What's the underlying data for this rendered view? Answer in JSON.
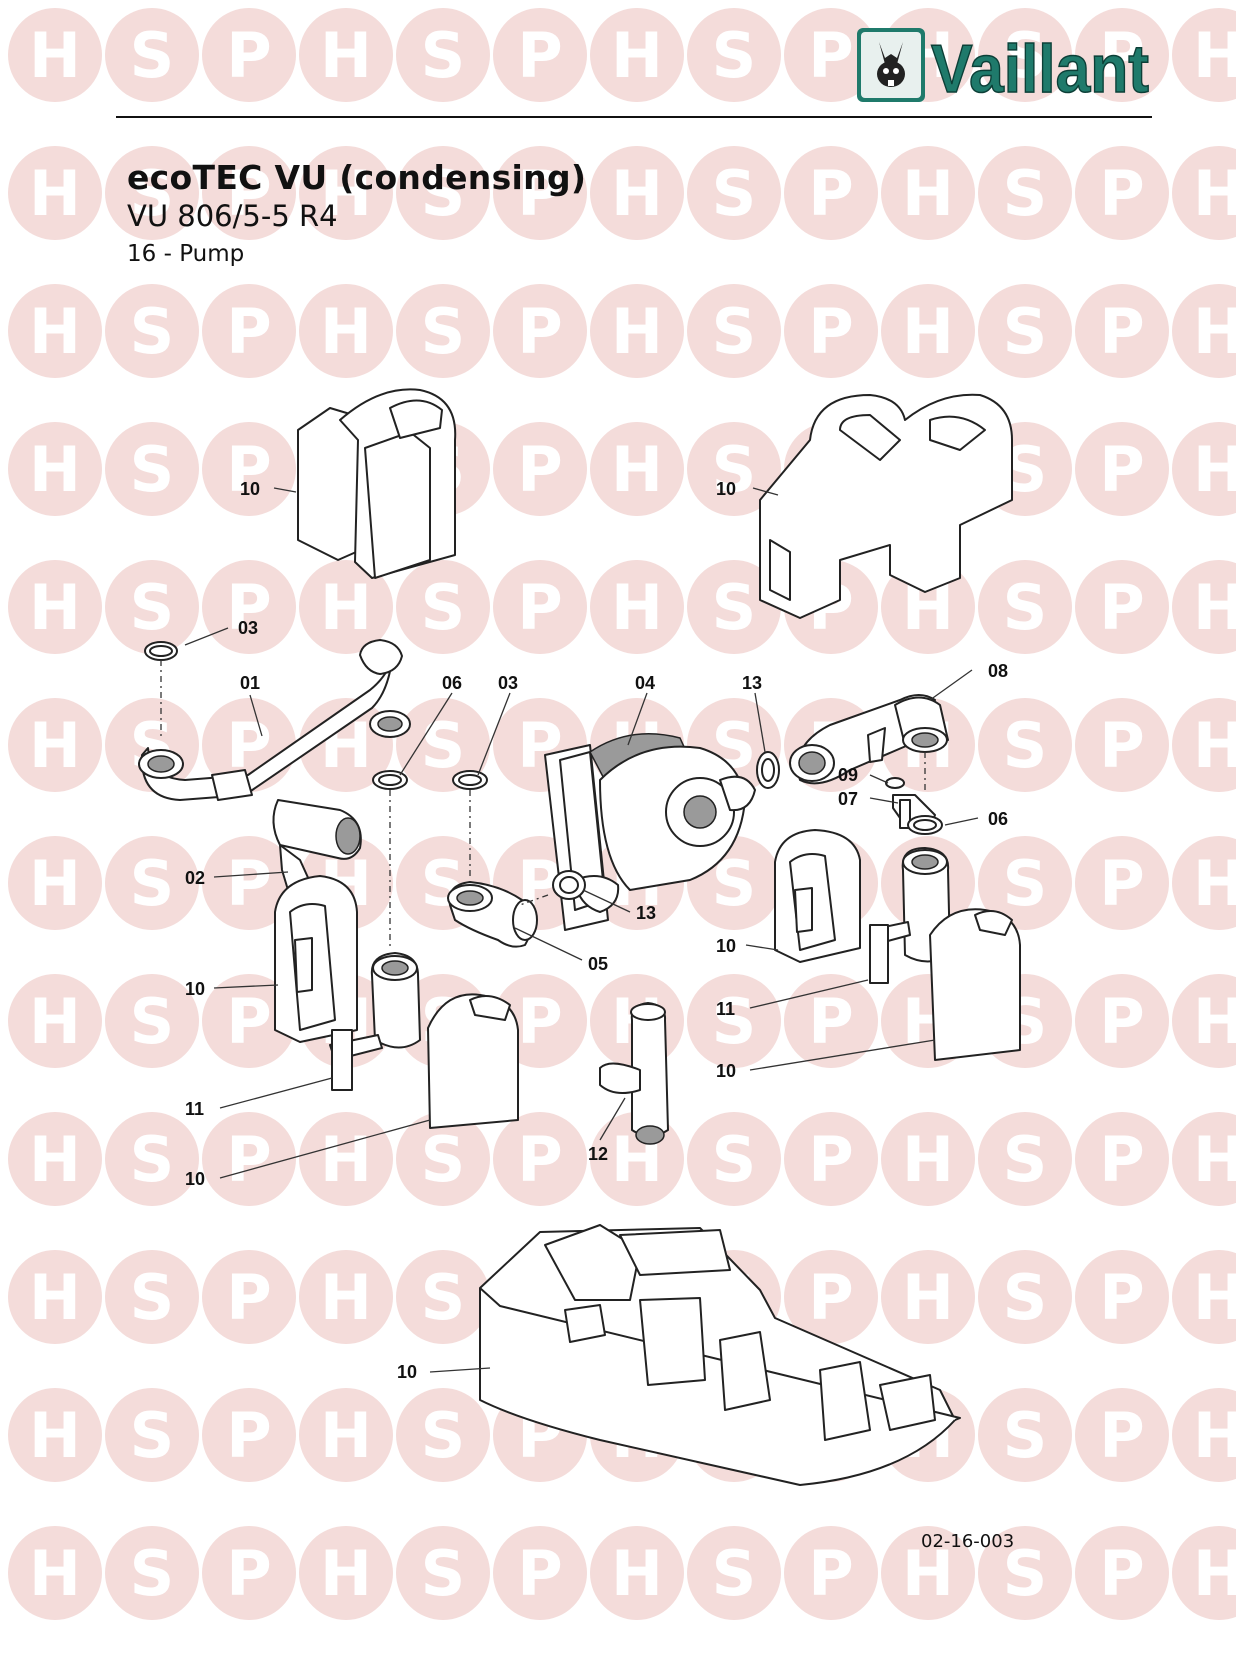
{
  "brand": {
    "logo_text": "Vaillant",
    "color": "#1f7a6b"
  },
  "watermark": {
    "letters": [
      "H",
      "S",
      "P"
    ],
    "color": "#f4dcda"
  },
  "header": {
    "title": "ecoTEC VU (condensing)",
    "model": "VU 806/5-5 R4",
    "section": "16 - Pump"
  },
  "diagram": {
    "drawing_number": "02-16-003",
    "callouts": [
      "10",
      "10",
      "03",
      "01",
      "06",
      "03",
      "04",
      "13",
      "08",
      "09",
      "07",
      "06",
      "02",
      "13",
      "05",
      "10",
      "10",
      "11",
      "11",
      "10",
      "12",
      "10",
      "10"
    ]
  }
}
